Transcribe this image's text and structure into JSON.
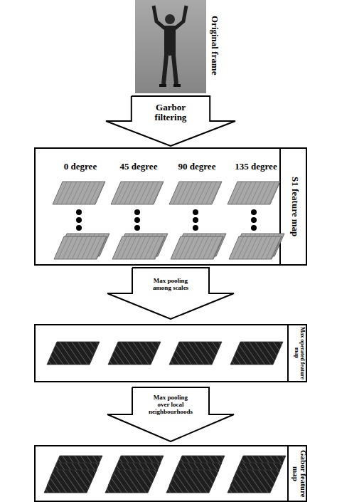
{
  "diagram": {
    "nodes": [
      {
        "text": [
          "Original frame"
        ]
      },
      {
        "text": [
          "Garbor filtering"
        ]
      },
      {
        "text": [
          "S1 feature map"
        ]
      },
      {
        "text": [
          "Max pooling among scales"
        ]
      },
      {
        "text": [
          "Max operated feature map"
        ]
      },
      {
        "text": [
          "Max pooling over local neighbourhoods"
        ]
      },
      {
        "text": [
          "Gabor feature map"
        ]
      }
    ],
    "labels": [
      "0 degree",
      "45 degree",
      "90 degree",
      "135 degree"
    ]
  }
}
